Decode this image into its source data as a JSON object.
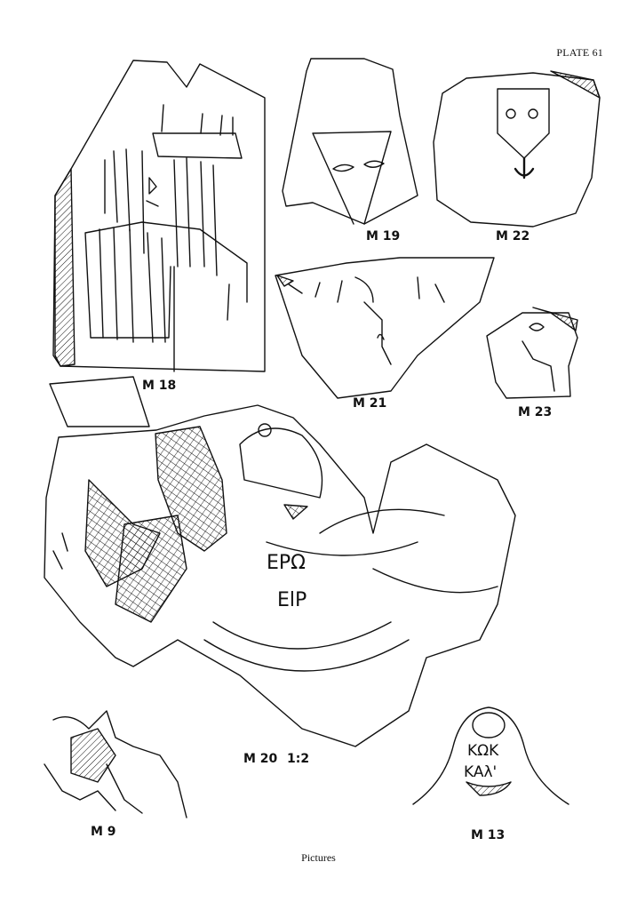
{
  "header": {
    "plate": "PLATE 61"
  },
  "figures": [
    {
      "id": "m18",
      "label": "M 18"
    },
    {
      "id": "m19",
      "label": "M 19"
    },
    {
      "id": "m22",
      "label": "M 22"
    },
    {
      "id": "m21",
      "label": "M 21"
    },
    {
      "id": "m23",
      "label": "M 23"
    },
    {
      "id": "m20",
      "label": "M 20"
    },
    {
      "id": "m9",
      "label": "M 9"
    },
    {
      "id": "m13",
      "label": "M 13"
    }
  ],
  "scale": "1:2",
  "inscriptions": {
    "m20_line1": "EPΩ",
    "m20_line2": "ElP",
    "m13_line1": "KΩK",
    "m13_line2": "KAλ'"
  },
  "footer": {
    "caption": "Pictures"
  }
}
